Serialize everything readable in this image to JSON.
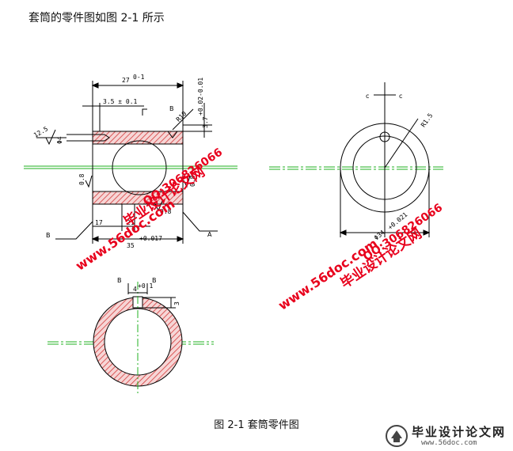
{
  "heading": "套筒的零件图如图 2-1 所示",
  "caption": "图 2-1  套筒零件图",
  "dims": {
    "width_27": "27",
    "width_27_tol": "0-1",
    "offset_35": "3.5 ± 0.1",
    "radius_r10": "R10",
    "gap_37": "3.7",
    "gap_37_tol": "+0.02-0.01",
    "rough_125": "12.5",
    "hole_4": "Φ4",
    "rough_08_left": "0.8",
    "rough_08_right": "0.8",
    "rough_08_bottom": "0.8",
    "span_17": "17",
    "span_21": "21",
    "total_35": "35",
    "total_35_tol": "+0.017",
    "radius_r15": "R1.5",
    "dia_34": "Φ34",
    "dia_34_tol": "+0.021",
    "slot_4": "4",
    "slot_4_tol": "+0.1",
    "depth_3": "3"
  },
  "labels": {
    "section_b_top": "B",
    "section_b_left": "B",
    "section_a": "A",
    "section_c_left": "c",
    "section_c_right": "c",
    "section_bb_left": "B",
    "section_bb_right": "B"
  },
  "watermarks": {
    "url": "www.56doc.com",
    "title": "毕业设计论文网",
    "qq": "QQ:306826066"
  },
  "logo": {
    "title": "毕业设计论文网",
    "url": "www.56doc.com"
  },
  "colors": {
    "hatch": "#d43a3a",
    "centerline": "#22b022",
    "watermark": "#e8001c"
  }
}
